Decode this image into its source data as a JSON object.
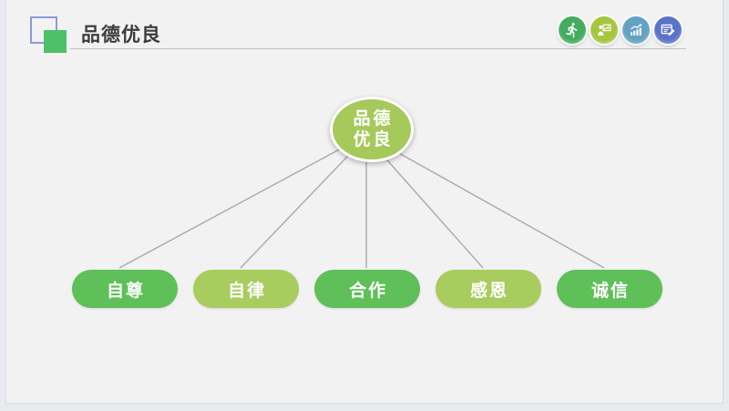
{
  "header": {
    "title": "品德优良",
    "logo": {
      "outline_color": "#8b9bd3",
      "fill_color": "#4ec168"
    },
    "icons": [
      {
        "name": "runner-icon",
        "bg": "#43ac5e"
      },
      {
        "name": "presenter-chart-icon",
        "bg": "#a5c63e"
      },
      {
        "name": "growth-chart-icon",
        "bg": "#63a2c2"
      },
      {
        "name": "document-edit-icon",
        "bg": "#5a73c6"
      }
    ]
  },
  "diagram": {
    "root": {
      "line1": "品德",
      "line2": "优良",
      "color": "#a6c95b"
    },
    "children": [
      {
        "label": "自尊",
        "color": "#5fbf58"
      },
      {
        "label": "自律",
        "color": "#a8cc5e"
      },
      {
        "label": "合作",
        "color": "#5fbf58"
      },
      {
        "label": "感恩",
        "color": "#a8cc5e"
      },
      {
        "label": "诚信",
        "color": "#5fbf58"
      }
    ],
    "connector_color": "#a9a9a9"
  },
  "colors": {
    "slide_bg": "#f2f2f3",
    "outer_bg": "#e8eaed",
    "title_text": "#3d3d3d",
    "divider": "#c2c2c2"
  }
}
